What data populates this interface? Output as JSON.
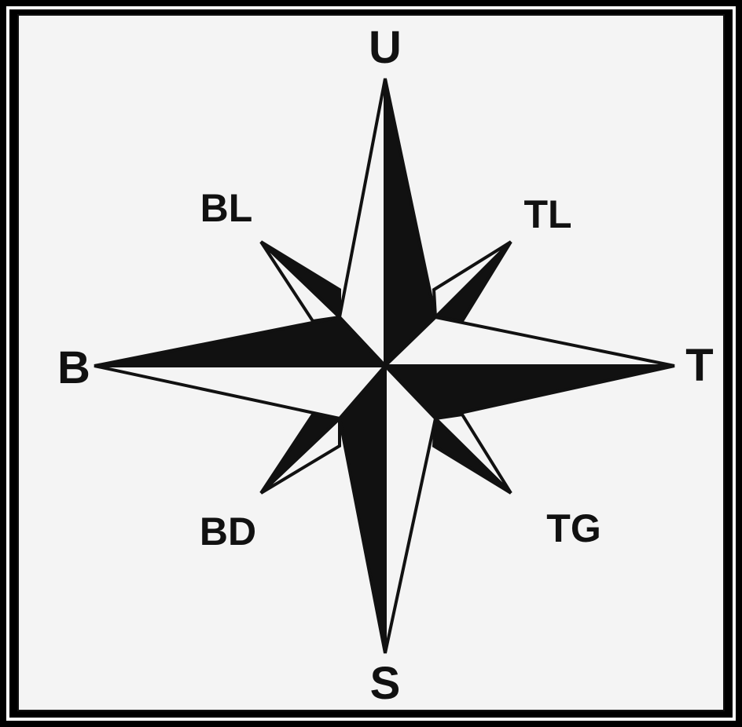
{
  "compass": {
    "labels": {
      "north": "U",
      "south": "S",
      "east": "T",
      "west": "B",
      "northeast": "TL",
      "northwest": "BL",
      "southeast": "TG",
      "southwest": "BD"
    }
  },
  "colors": {
    "ink": "#111111",
    "paper": "#f4f4f4",
    "frame": "#000000"
  }
}
